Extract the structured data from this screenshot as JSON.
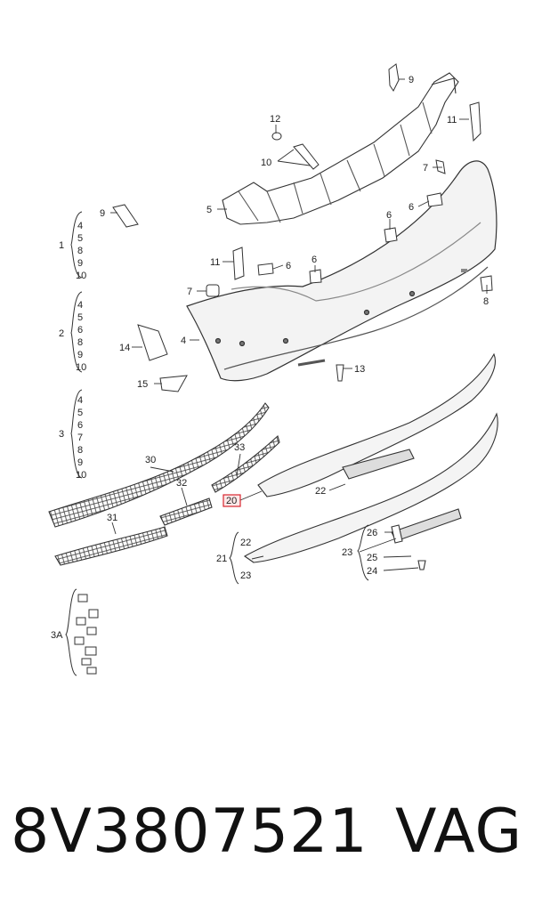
{
  "diagram": {
    "labels": {
      "l1": "1",
      "l2": "2",
      "l3": "3",
      "l3a": "3A",
      "l4": "4",
      "l5": "5",
      "l6a": "6",
      "l6b": "6",
      "l6c": "6",
      "l6d": "6",
      "l7a": "7",
      "l7b": "7",
      "l8": "8",
      "l9a": "9",
      "l9b": "9",
      "l10": "10",
      "l11a": "11",
      "l11b": "11",
      "l12": "12",
      "l13": "13",
      "l14": "14",
      "l15": "15",
      "l20": "20",
      "l21": "21",
      "l22a": "22",
      "l22b": "22",
      "l23a": "23",
      "l23b": "23",
      "l24": "24",
      "l25": "25",
      "l26": "26",
      "l30": "30",
      "l31": "31",
      "l32": "32",
      "l33": "33"
    },
    "groups": {
      "g1": [
        "4",
        "5",
        "8",
        "9",
        "10"
      ],
      "g2": [
        "4",
        "5",
        "6",
        "8",
        "9",
        "10"
      ],
      "g3": [
        "4",
        "5",
        "6",
        "7",
        "8",
        "9",
        "10"
      ]
    },
    "highlighted_part": "20"
  },
  "footer": {
    "part_number": "8V3807521",
    "manufacturer": "VAG"
  },
  "colors": {
    "line": "#333333",
    "highlight": "#d8262f",
    "fill": "#f2f2f2"
  }
}
